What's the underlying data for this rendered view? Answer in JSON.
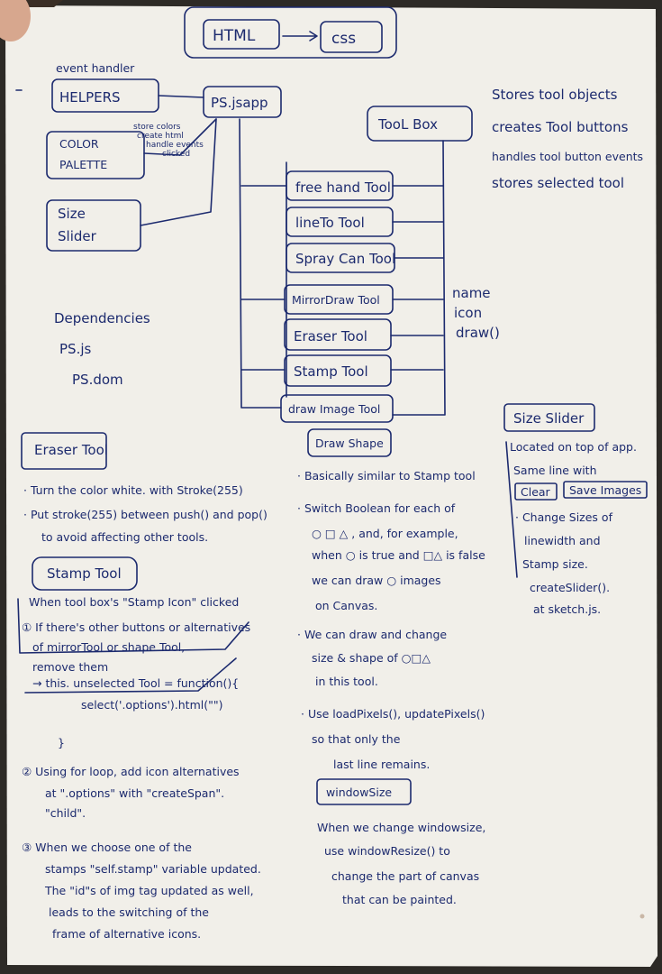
{
  "top": {
    "html": "HTML",
    "css": "css"
  },
  "left": {
    "event_handler": "event handler",
    "helpers": "HELPERS",
    "color_palette": [
      "COLOR",
      "PALETTE"
    ],
    "size_slider": [
      "Size",
      "Slider"
    ],
    "store_note": [
      "store colors",
      "create html",
      "handle events",
      "clicked"
    ],
    "dependencies": [
      "Dependencies",
      "PS.js",
      "PS.dom"
    ]
  },
  "center": {
    "ps_js": "PS.jsapp",
    "toolbox": "TooL Box",
    "tools": [
      "free hand Tool",
      "lineTo Tool",
      "Spray Can Tool",
      "MirrorDraw Tool",
      "Eraser Tool",
      "Stamp Tool",
      "draw Image Tool"
    ],
    "tool_props": [
      "name",
      "icon",
      "draw()"
    ]
  },
  "toolbox_notes": [
    "Stores tool objects",
    "creates Tool buttons",
    "handles tool button events",
    "stores selected tool"
  ],
  "eraser": {
    "title": "Eraser Tool",
    "lines": [
      "· Turn the color white. with Stroke(255)",
      "· Put stroke(255) between push() and pop()",
      "to avoid affecting other tools."
    ]
  },
  "stamp": {
    "title": "Stamp Tool",
    "lines": [
      "When tool box's \"Stamp Icon\" clicked",
      "① If there's other buttons or alternatives",
      "of mirrorTool or shape Tool,",
      "remove them",
      "→ this. unselected Tool = function(){",
      "select('.options').html(\"\")",
      "}",
      "② Using for loop, add icon alternatives",
      "at \".options\" with \"createSpan\".",
      "\"child\".",
      "③ When we choose one of the",
      "stamps \"self.stamp\" variable updated.",
      "The \"id\"s of img tag updated as well,",
      "leads to the switching of the",
      "frame of alternative icons."
    ]
  },
  "draw_shape": {
    "title": "Draw Shape",
    "lines": [
      "· Basically similar to Stamp tool",
      "· Switch Boolean for each of",
      "○ □ △ , and, for example,",
      "when ○ is true and □△ is false",
      "we can draw ○ images",
      "on Canvas.",
      "· We can draw and change",
      "size & shape of ○□△",
      "in this tool.",
      "· Use loadPixels(), updatePixels()",
      "so that only the",
      "last line remains."
    ]
  },
  "window_size": {
    "title": "windowSize",
    "lines": [
      "When we change windowsize,",
      "use windowResize() to",
      "change the part of canvas",
      "that can be painted."
    ]
  },
  "size_slider_note": {
    "title": "Size Slider",
    "lines": [
      "Located on top of app.",
      "Same line with",
      "· Change Sizes of",
      "linewidth and",
      "Stamp size.",
      "createSlider().",
      "at sketch.js."
    ],
    "buttons": [
      "Clear",
      "Save Images"
    ]
  }
}
